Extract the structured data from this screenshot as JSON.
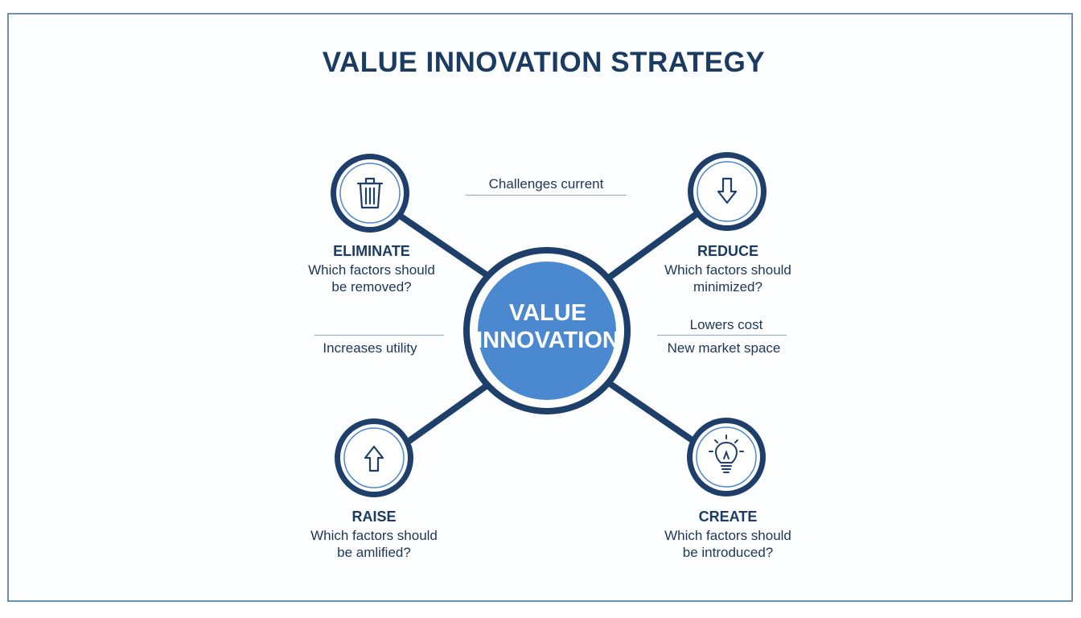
{
  "title": "VALUE INNOVATION STRATEGY",
  "center": {
    "line1": "VALUE",
    "line2": "INNOVATION"
  },
  "actions": [
    {
      "id": "eliminate",
      "label": "ELIMINATE",
      "q1": "Which factors should",
      "q2": "be removed?",
      "icon": "trash-icon"
    },
    {
      "id": "reduce",
      "label": "REDUCE",
      "q1": "Which factors should",
      "q2": "minimized?",
      "icon": "arrow-down-icon"
    },
    {
      "id": "raise",
      "label": "RAISE",
      "q1": "Which factors should",
      "q2": "be amlified?",
      "icon": "arrow-up-icon"
    },
    {
      "id": "create",
      "label": "CREATE",
      "q1": "Which factors should",
      "q2": "be introduced?",
      "icon": "lightbulb-icon"
    }
  ],
  "notes": {
    "top": "Challenges current",
    "left": "Increases utility",
    "right1": "Lowers cost",
    "right2": "New market space"
  },
  "colors": {
    "navy": "#1c3b63",
    "blue": "#4a88d0",
    "ring": "#1f3f6b"
  }
}
